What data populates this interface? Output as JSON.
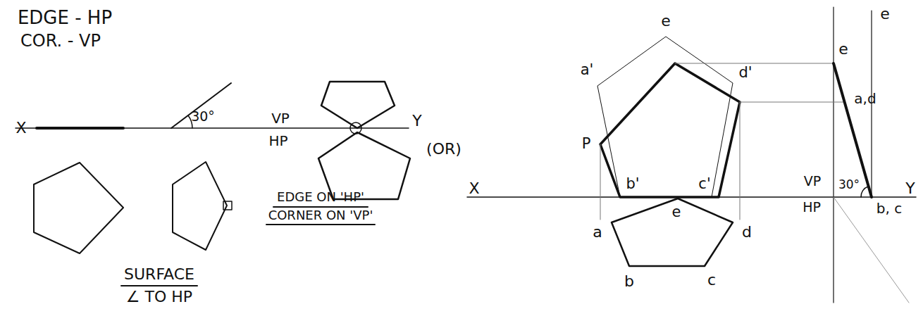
{
  "diagram": {
    "labels": [
      "EDGE - HP",
      "COR. - VP",
      "X",
      "30°",
      "VP",
      "HP",
      "Y",
      "SURFACE",
      "∠ TO HP",
      "EDGE ON 'HP'",
      "CORNER ON 'VP'",
      "(OR)",
      "e",
      "a'",
      "d'",
      "P",
      "b'",
      "c'",
      "X",
      "VP",
      "HP",
      "Y",
      "30°",
      "e",
      "a,d",
      "e",
      "b, c",
      "e",
      "a",
      "d",
      "b",
      "c"
    ]
  }
}
